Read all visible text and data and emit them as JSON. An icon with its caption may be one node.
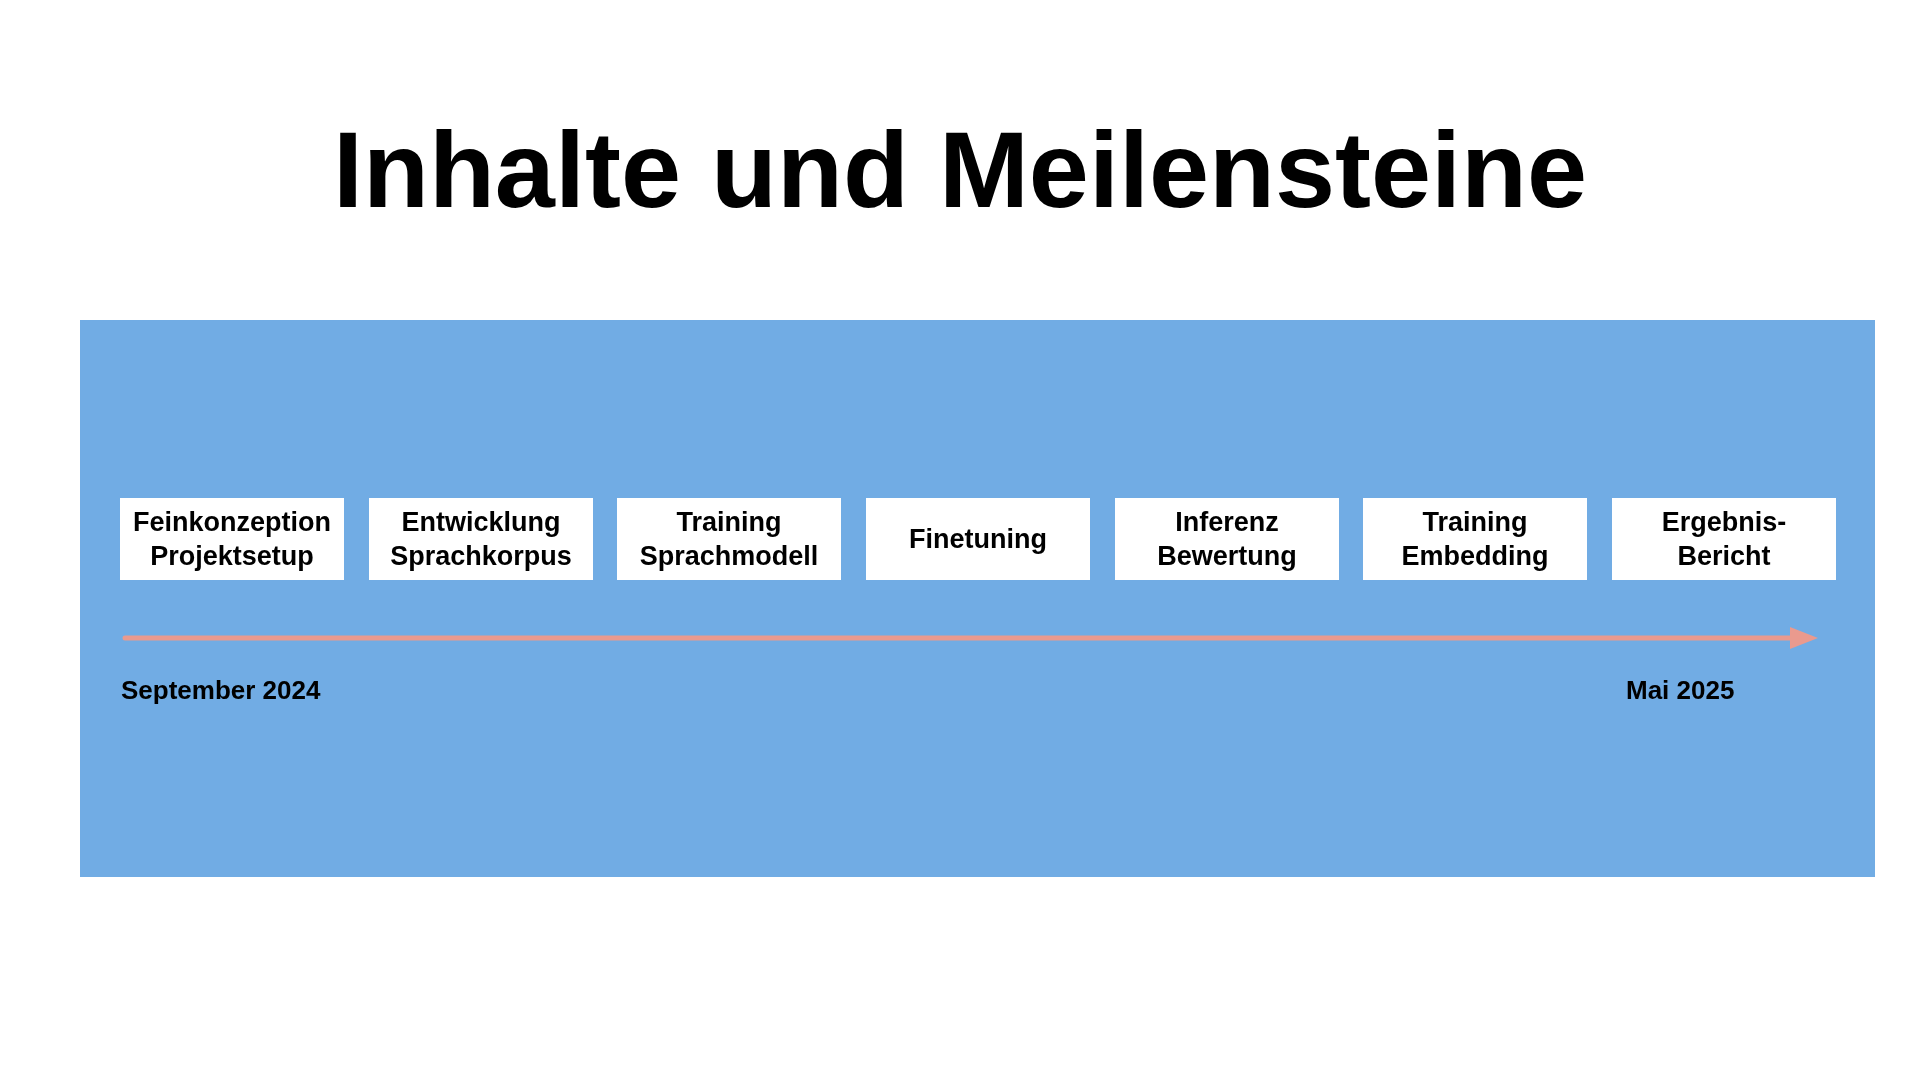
{
  "diagram": {
    "title": "Inhalte und Meilensteine",
    "nodes": [
      {
        "text": [],
        "shape": "box"
      },
      {
        "text": [
          "Feinkonzeption Projektsetup"
        ],
        "in": 0
      },
      {
        "text": [
          "Entwicklung Sprachkorpus"
        ],
        "in": 0
      },
      {
        "text": [
          "Training Sprachmodell"
        ],
        "in": 0
      },
      {
        "text": [
          "Finetuning"
        ],
        "in": 0
      },
      {
        "text": [
          "Inferenz Bewertung"
        ],
        "in": 0
      },
      {
        "text": [
          "Training Embedding"
        ],
        "in": 0
      },
      {
        "text": [
          "Ergebnis- Bericht"
        ],
        "in": 0
      }
    ],
    "labels": [
      "September 2024",
      "Mai 2025"
    ]
  }
}
